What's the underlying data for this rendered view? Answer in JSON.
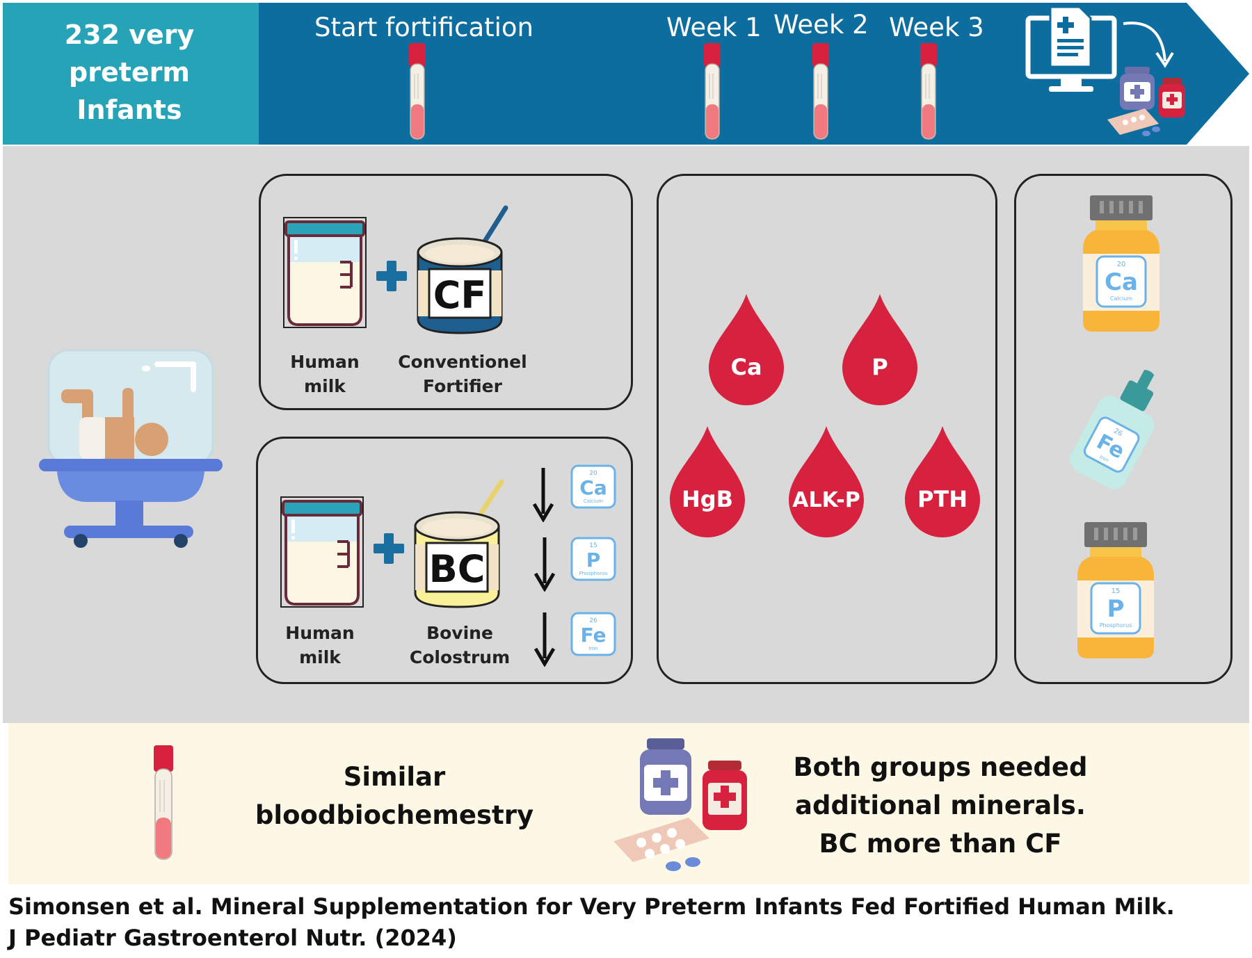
{
  "header": {
    "cohort_line1": "232 very preterm",
    "cohort_line2": "Infants",
    "timepoints": [
      "Start fortification",
      "Week 1",
      "Week 2",
      "Week 3"
    ]
  },
  "groups": {
    "cf": {
      "milk_line1": "Human",
      "milk_line2": "milk",
      "fortifier_label": "CF",
      "fortifier_line1": "Conventionel",
      "fortifier_line2": "Fortifier"
    },
    "bc": {
      "milk_line1": "Human",
      "milk_line2": "milk",
      "fortifier_label": "BC",
      "fortifier_line1": "Bovine",
      "fortifier_line2": "Colostrum",
      "lower_minerals": [
        {
          "num": "20",
          "symbol": "Ca",
          "name": "Calcium"
        },
        {
          "num": "15",
          "symbol": "P",
          "name": "Phosphorus"
        },
        {
          "num": "26",
          "symbol": "Fe",
          "name": "Iron"
        }
      ]
    }
  },
  "biochemistry": [
    "Ca",
    "P",
    "HgB",
    "ALK-P",
    "PTH"
  ],
  "supplements": [
    {
      "num": "20",
      "symbol": "Ca",
      "name": "Calcium"
    },
    {
      "num": "26",
      "symbol": "Fe",
      "name": "Iron"
    },
    {
      "num": "15",
      "symbol": "P",
      "name": "Phosphorus"
    }
  ],
  "results": {
    "left_line1": "Similar",
    "left_line2": "bloodbiochemestry",
    "right_line1": "Both groups needed",
    "right_line2": "additional minerals.",
    "right_line3": "BC more than CF"
  },
  "citation": {
    "line1": "Simonsen et al. Mineral Supplementation for Very Preterm Infants Fed Fortified Human Milk.",
    "line2": "J Pediatr Gastroenterol Nutr. (2024)"
  },
  "colors": {
    "header_teal": "#27a3b8",
    "header_blue": "#0e6d9f",
    "blood_red": "#d6213f",
    "panel_grey": "#d9d9d9",
    "bottom_cream": "#fdf8e6",
    "element_blue": "#6ab2e8"
  }
}
